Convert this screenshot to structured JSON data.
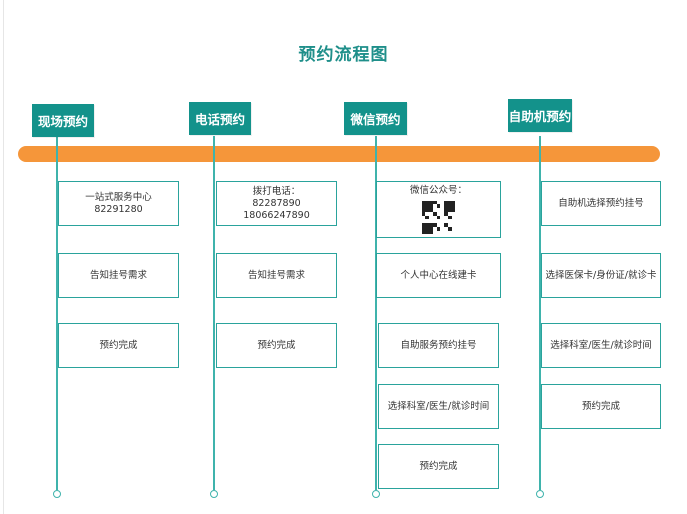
{
  "title": "预约流程图",
  "colors": {
    "accent": "#13928b",
    "timeline": "#f5963a",
    "border": "#2aa39c"
  },
  "lanes": [
    {
      "id": "onsite",
      "header": "现场预约",
      "steps": [
        {
          "lines": [
            "一站式服务中心",
            "82291280"
          ]
        },
        {
          "lines": [
            "告知挂号需求"
          ]
        },
        {
          "lines": [
            "预约完成"
          ]
        }
      ]
    },
    {
      "id": "phone",
      "header": "电话预约",
      "steps": [
        {
          "lines": [
            "拨打电话：",
            "82287890",
            "18066247890"
          ]
        },
        {
          "lines": [
            "告知挂号需求"
          ]
        },
        {
          "lines": [
            "预约完成"
          ]
        }
      ]
    },
    {
      "id": "wechat",
      "header": "微信预约",
      "steps": [
        {
          "lines": [
            "微信公众号："
          ],
          "icon": "qr-code-icon"
        },
        {
          "lines": [
            "个人中心在线建卡"
          ]
        },
        {
          "lines": [
            "自助服务预约挂号"
          ]
        },
        {
          "lines": [
            "选择科室/医生/就诊时间"
          ]
        },
        {
          "lines": [
            "预约完成"
          ]
        }
      ]
    },
    {
      "id": "kiosk",
      "header": "自助机预约",
      "steps": [
        {
          "lines": [
            "自助机选择预约挂号"
          ]
        },
        {
          "lines": [
            "选择医保卡/身份证/就诊卡"
          ]
        },
        {
          "lines": [
            "选择科室/医生/就诊时间"
          ]
        },
        {
          "lines": [
            "预约完成"
          ]
        }
      ]
    }
  ]
}
